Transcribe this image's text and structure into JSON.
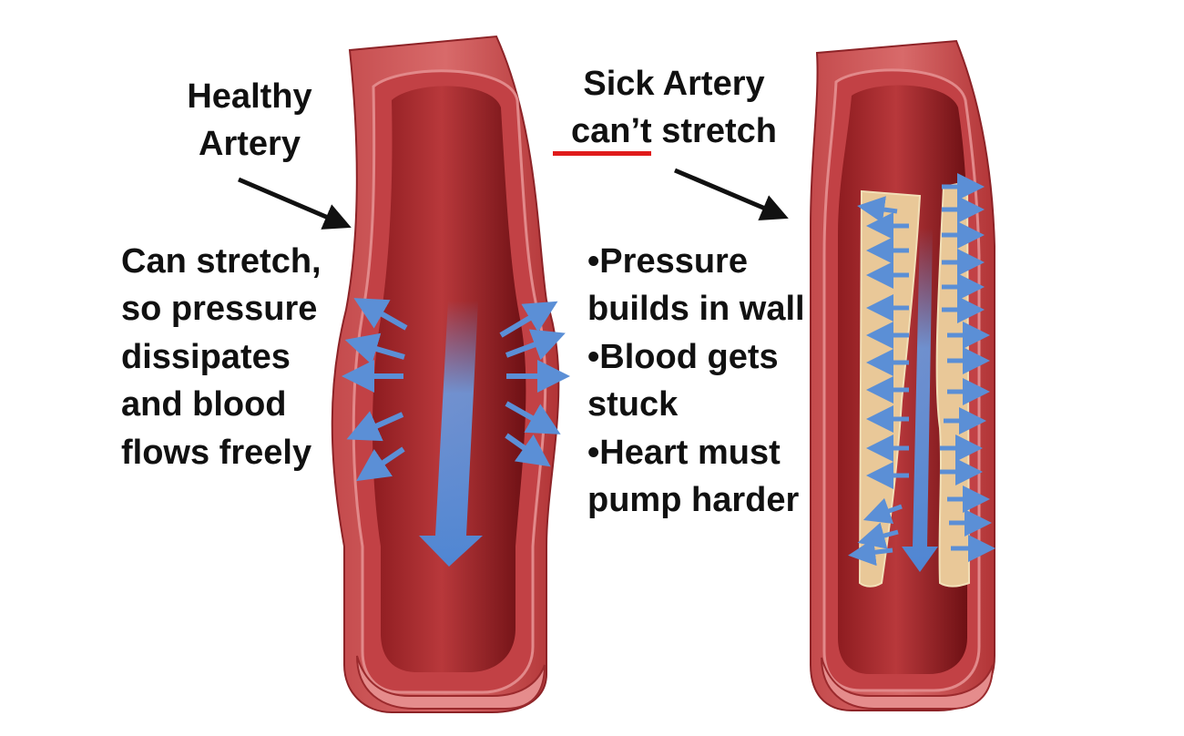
{
  "healthy": {
    "title_lines": [
      "Healthy",
      "Artery"
    ],
    "description_lines": [
      "Can stretch,",
      "so pressure",
      "dissipates",
      "and blood",
      "flows freely"
    ]
  },
  "sick": {
    "title_line1": "Sick Artery",
    "title_line2_emphasis": "can’t",
    "title_line2_rest": " stretch",
    "bullets": [
      [
        "•Pressure",
        "builds in wall"
      ],
      [
        "•Blood gets",
        "stuck"
      ],
      [
        "•Heart must",
        "pump harder"
      ]
    ]
  },
  "colors": {
    "artery_wall": "#b7373a",
    "artery_lumen": "#7c1418",
    "plaque": "#e9c898",
    "flow_arrow": "#5b8fd6",
    "underline": "#e01b1b"
  }
}
